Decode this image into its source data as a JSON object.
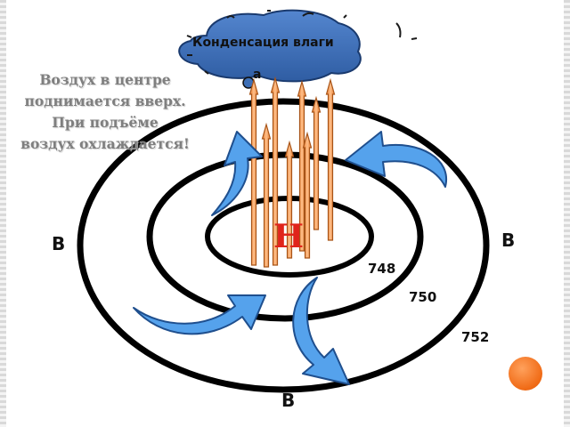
{
  "caption_lines": [
    "Воздух в центре",
    "поднимается вверх.",
    "При подъёме",
    "воздух охлаждается!"
  ],
  "cloud": {
    "label": "Конденсация влаги",
    "drop_char": "a"
  },
  "center_label": "Н",
  "pressure_labels": {
    "left": "В",
    "right": "В",
    "bottom": "В"
  },
  "isobars": [
    "748",
    "750",
    "752"
  ],
  "colors": {
    "cloud_fill": "#3d6fb6",
    "arrow_fill": "#55a2ec",
    "up_arrow_fill": "#f4a05c",
    "center_label": "#e0241b",
    "ring_stroke": "#000000"
  }
}
